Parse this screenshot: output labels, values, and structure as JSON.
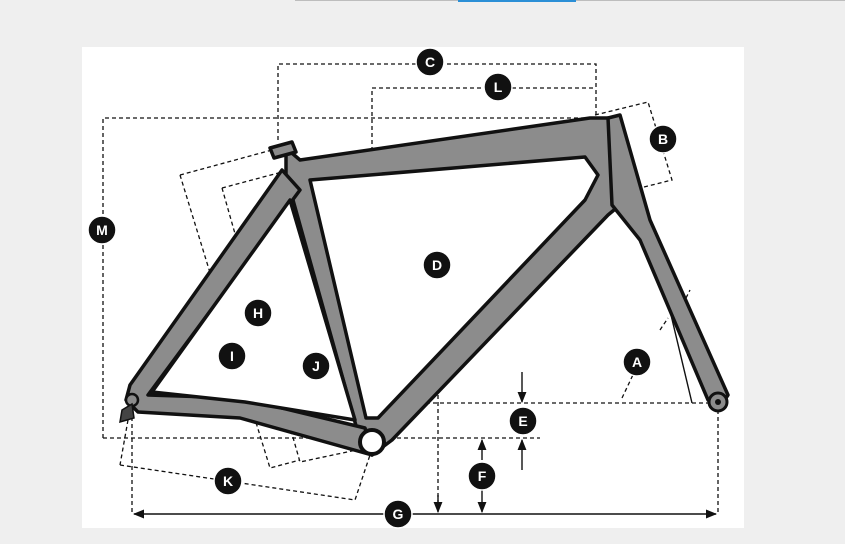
{
  "labels": {
    "A": "A",
    "B": "B",
    "C": "C",
    "D": "D",
    "E": "E",
    "F": "F",
    "G": "G",
    "H": "H",
    "I": "I",
    "J": "J",
    "K": "K",
    "L": "L",
    "M": "M"
  },
  "colors": {
    "page_background": "#efefef",
    "panel": "#ffffff",
    "frame_fill": "#8c8c8c",
    "line": "#111111",
    "accent": "#2b8fd6"
  }
}
